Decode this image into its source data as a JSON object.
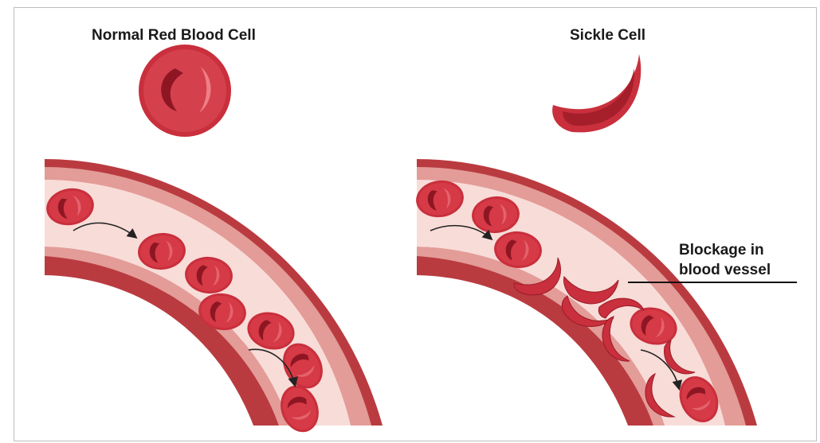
{
  "titles": {
    "normal": "Normal Red Blood Cell",
    "sickle": "Sickle Cell"
  },
  "annotation": {
    "line1": "Blockage in",
    "line2": "blood vessel"
  },
  "colors": {
    "cell": "#d0323f",
    "cell_dark": "#a81f2c",
    "cell_center": "#8e1623",
    "vessel_wall": "#b83a3f",
    "vessel_inner": "#e9a6a2",
    "vessel_lumen": "#f7d9d6",
    "arrow": "#222222"
  }
}
